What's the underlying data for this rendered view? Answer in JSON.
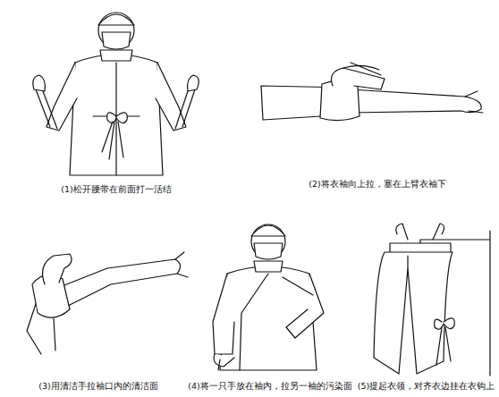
{
  "diagram": {
    "labels": [
      "(1)松开腰带在前面打一活结",
      "(2)将衣袖向上拉，塞在上臂衣袖下",
      "(3)用清洁手拉袖口内的清洁面",
      "(4)将一只手放在袖内，拉另一袖的污染面",
      "(5)提起衣领，对齐衣边挂在衣钩上"
    ]
  }
}
